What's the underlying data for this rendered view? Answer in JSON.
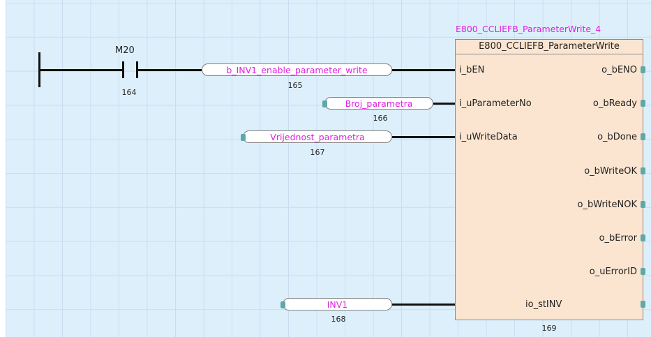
{
  "contact": {
    "device": "M20",
    "step": "164"
  },
  "inputs": [
    {
      "name": "b_INV1_enable_parameter_write",
      "step": "165"
    },
    {
      "name": "Broj_parametra",
      "step": "166"
    },
    {
      "name": "Vrijednost_parametra",
      "step": "167"
    },
    {
      "name": "INV1",
      "step": "168"
    }
  ],
  "function_block": {
    "instance_name": "E800_CCLIEFB_ParameterWrite_4",
    "type_name": "E800_CCLIEFB_ParameterWrite",
    "step": "169",
    "input_pins": [
      "i_bEN",
      "i_uParameterNo",
      "i_uWriteData"
    ],
    "output_pins": [
      "o_bENO",
      "o_bReady",
      "o_bDone",
      "o_bWriteOK",
      "o_bWriteNOK",
      "o_bError",
      "o_uErrorID"
    ],
    "inout_pin": "io_stINV"
  },
  "colors": {
    "variable_text": "#e020e0",
    "fb_body": "#fbe5d0",
    "grid_bg": "#ddeffb",
    "pin_dot": "#5ea8a8"
  }
}
